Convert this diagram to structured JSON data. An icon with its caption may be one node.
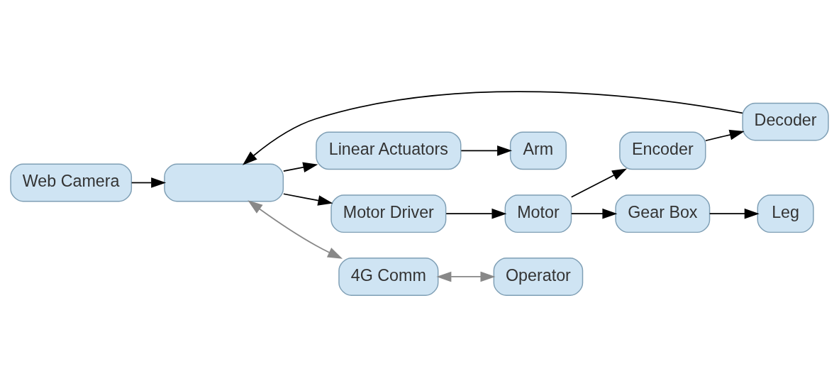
{
  "diagram": {
    "nodes": [
      {
        "text": [
          "Arm"
        ]
      },
      {
        "text": [
          "Linear Actuators"
        ]
      },
      {
        "text": [
          "Encoder"
        ]
      },
      {
        "text": [
          "Decoder"
        ]
      },
      {
        "text": [],
        "shape": "box"
      },
      {
        "text": [
          "Web Camera"
        ]
      },
      {
        "text": [
          "Leg"
        ]
      },
      {
        "text": [
          "Gear Box"
        ]
      },
      {
        "text": [
          "Motor"
        ]
      },
      {
        "text": [
          "Motor Driver"
        ]
      },
      {
        "text": [
          "4G Comm"
        ]
      },
      {
        "text": [
          "Operator"
        ]
      }
    ],
    "edges": [
      {
        "from": 1,
        "to": 0,
        "arrow": "to"
      },
      {
        "from": 4,
        "to": 1,
        "arrow": "to"
      },
      {
        "from": 2,
        "to": 3,
        "arrow": "to"
      },
      {
        "from": 3,
        "to": 4,
        "arrow": "to"
      },
      {
        "from": 5,
        "to": 4,
        "arrow": "to"
      },
      {
        "from": 4,
        "to": 9,
        "arrow": "to"
      },
      {
        "from": 9,
        "to": 8,
        "arrow": "to"
      },
      {
        "from": 8,
        "to": 7,
        "arrow": "to"
      },
      {
        "from": 7,
        "to": 6,
        "arrow": "to"
      },
      {
        "from": 8,
        "to": 2,
        "arrow": "to"
      },
      {
        "from": 4,
        "to": 10,
        "arrow": "both",
        "color": "#888888"
      },
      {
        "from": 10,
        "to": 11,
        "arrow": "both",
        "color": "#888888"
      }
    ]
  }
}
